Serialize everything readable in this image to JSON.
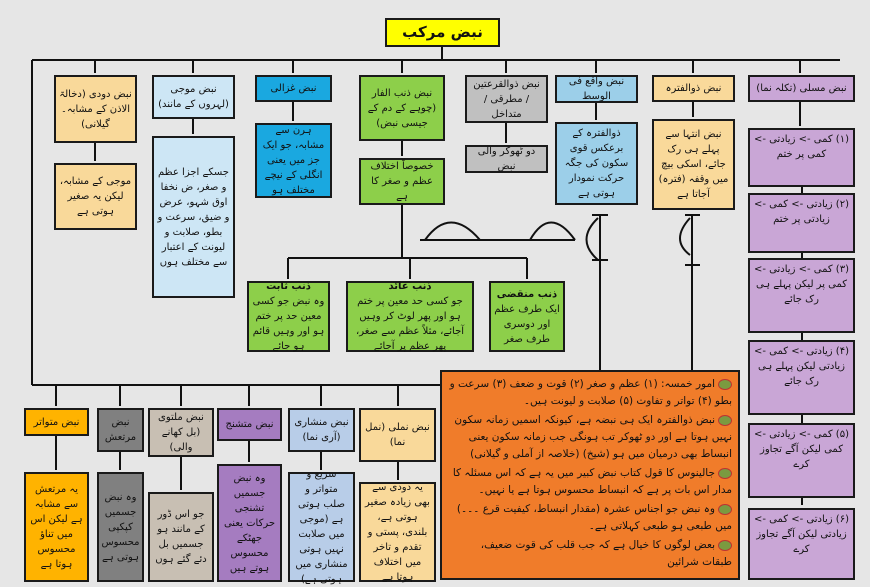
{
  "title": "نبض مرکب",
  "top_row": [
    {
      "head": "نبض دودی (دخالۃ الاذن کے مشابہ۔ گیلانی)",
      "body": "موجی کے مشابہ، لیکن یہ صغیر ہوتی ہے"
    },
    {
      "head": "نبض موجی (لہروں کے مانند)",
      "body": "جسکے اجزا عظم و صغر، ض نخفا اوق شہو، عرض و ضیق، سرعت و بطو، صلابت و لیونت کے اعتبار سے مختلف ہوں"
    },
    {
      "head": "نبض غزالی",
      "body": "ہرن سے مشابہ، جو ایک جز میں یعنی انگلی کے نیچے مختلف ہو"
    },
    {
      "head": "نبض ذنب الفار (چوہے کے دم کے جیسی نبض)",
      "body": "خصوصاً اختلاف عظم و صغر کا ہے"
    },
    {
      "head": "نبض ذوالقرعتین / مطرقی / متداخل",
      "body": "دو ٹھوکر والی نبض"
    },
    {
      "head": "نبض واقع فی الوسط",
      "body": "ذوالفترہ کے برعکس قوی سکون کی جگہ حرکت نمودار ہوتی ہے"
    },
    {
      "head": "نبض ذوالفترہ",
      "body": "نبض انتہا سے پہلے ہی رک جائے، اسکی بیچ میں وقفہ (فترہ) آجاتا ہے"
    }
  ],
  "musalli": {
    "head": "نبض مسلی (تکلہ نما)",
    "items": [
      "(۱) کمی -> زیادتی -> کمی پر ختم",
      "(۲) زیادتی -> کمی -> زیادتی پر ختم",
      "(۳) کمی -> زیادتی -> کمی پر لیکن پہلے ہی رک جائے",
      "(۴) زیادتی -> کمی -> زیادتی لیکن پہلے ہی رک جائے",
      "(۵) کمی -> زیادتی -> کمی لیکن آگے تجاوز کرے",
      "(۶) زیادتی -> کمی -> زیادتی لیکن آگے تجاوز کرے"
    ]
  },
  "dhanab": [
    {
      "head": "ذنب ثابت",
      "body": "وہ نبض جو کسی معین حد پر ختم ہو اور وہیں قائم ہو جائے"
    },
    {
      "head": "ذنب عائد",
      "body": "جو کسی حد معین پر ختم ہو اور پھر لوٹ کر وہیں آجائے، مثلاً عظم سے صغر، پھر عظم پر آجائے"
    },
    {
      "head": "ذنب منقضی",
      "body": "ایک طرف عظم اور دوسری طرف صغر"
    }
  ],
  "bottom_row": [
    {
      "head": "نبض متواتر",
      "body": "یہ مرتعش سے مشابہ ہے لیکن اس میں تناؤ محسوس ہوتا ہے"
    },
    {
      "head": "نبض مرتعش",
      "body": "وہ نبض جسمیں کپکپی محسوس ہوتی ہے"
    },
    {
      "head": "نبض ملتوی (بل کھانے والی)",
      "body": "جو اس ڈور کے مانند ہو جسمیں بل دئے گئے ہوں"
    },
    {
      "head": "نبض متشنج",
      "body": "وہ نبض جسمیں تشنجی حرکات یعنی جھٹکے محسوس ہوتے ہیں"
    },
    {
      "head": "نبض منشاری (آری نما)",
      "body": "سریع و متواتر و صلب ہوتی ہے (موجی میں صلابت نہیں ہوتی منشاری میں ہوتی ہے)"
    },
    {
      "head": "نبض نملی (نمل نما)",
      "body": "یہ دودی سے بھی زیادہ صغیر ہوتی ہے، بلندی، پستی و تقدم و تاخر میں اختلاف ہوتا ہے"
    }
  ],
  "notes": [
    "امور خمسہ: (۱) عظم و صغر (۲) قوت و ضعف (۳) سرعت و بطو (۴) تواتر و تفاوت (۵) صلابت و لیونت ہیں۔",
    "نبض ذوالفترہ ایک ہی نبضہ ہے، کیونکہ اسمیں زمانہ سکون نہیں ہوتا ہے اور دو ٹھوکر تب ہونگی جب زمانہ سکون یعنی انبساط بھی درمیان میں ہو (شیخ) (خلاصہ از آملی و گیلانی)",
    "جالینوس کا قول کتاب نبض کبیر میں یہ ہے کہ اس مسئلہ کا مدار اس بات پر ہے کہ انبساط محسوس ہوتا ہے یا نہیں۔",
    "وہ نبض جو اجناس عشرہ (مقدار انبساط، کیفیت قرع ۔۔۔) میں طبعی ہو طبعی کہلاتی ہے۔",
    "بعض لوگوں کا خیال ہے کہ جب قلب کی قوت ضعیف، طبقات شرائین"
  ]
}
